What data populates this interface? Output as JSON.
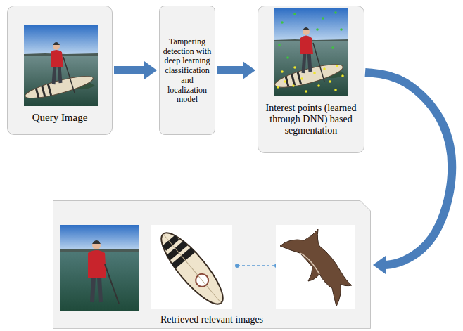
{
  "diagram": {
    "nodes": [
      {
        "text": [
          "Query Image"
        ]
      },
      {
        "text": [
          "Tampering detection with deep learning classification and localization model"
        ]
      },
      {
        "text": [
          "Interest points (learned through DNN) based segmentation"
        ]
      },
      {
        "text": [
          "Retrieved relevant images"
        ]
      }
    ],
    "edges": [
      {
        "from": 0,
        "to": 1,
        "arrow": "to"
      },
      {
        "from": 1,
        "to": 2,
        "arrow": "to"
      },
      {
        "from": 2,
        "to": 3,
        "arrow": "to"
      }
    ]
  }
}
